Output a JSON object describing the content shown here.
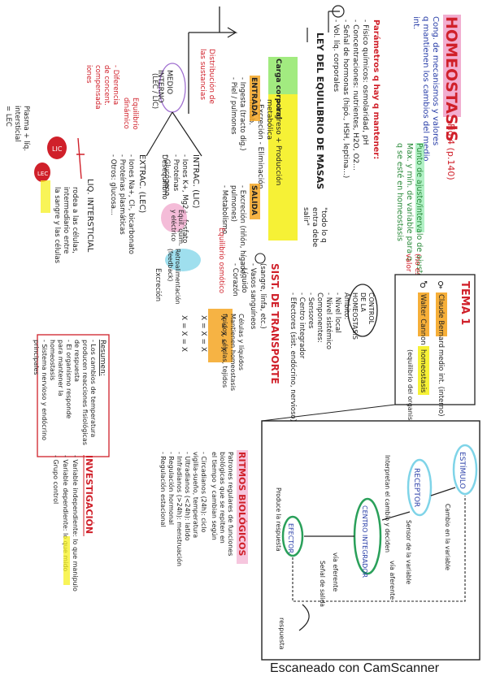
{
  "notes": {
    "homeostasis_title": "HOMEOSTASIS",
    "homeostasis_ref": "Fig 4 (p.140)",
    "homeostasis_def": [
      "Cong. de mecanismos y valores",
      "q mantienen los cambios del medio",
      "int."
    ],
    "set_point_note": [
      "Punto de ajuste/intervalo de ajuste",
      "Max. y mín. de variable para q",
      "q se esté en homeostasis"
    ],
    "variable_note": [
      "(no es un",
      "valor fijo)"
    ],
    "factores_title": "Parámetros q hay q mantener:",
    "factores_list": [
      "- Físico químicos: osmolaridad, pH",
      "- Concentraciones: nutrientes, H2O, O2...",
      "- Señal de hormonas (hipó., HSH, leptina...)",
      "- Vol. líq. corporales"
    ],
    "ley_title": "LEY DEL EQUILIBRIO DE MASAS",
    "ley_note": [
      "\"todo lo q",
      "entra debe",
      "salir\""
    ],
    "formula_lhs": "Carga corporal",
    "formula_parts": [
      "= Ingreso + Producción",
      "metabólica",
      "- Excreción - Eliminación",
      "metab."
    ],
    "entrada_label": "ENTRADA",
    "entrada_list": [
      "- Ingesta (tracto dig.)",
      "- Piel / pulmones"
    ],
    "salida_label": "SALIDA",
    "salida_list": [
      "- Excreción (riñón, hígado,",
      "  pulmones)",
      "- Metabolismo"
    ],
    "medio_interno": [
      "MEDIO",
      "INTERNO"
    ],
    "med_int_note": [
      "(LEC / LIC)"
    ],
    "distribucion": [
      "Distribución de",
      "las sustancias"
    ],
    "lec_label": "EXTRAC. (LEC)",
    "lec_list": [
      "- Iones Na+, Cl-, bicarbonato",
      "- Proteínas plasmáticas",
      "- Otros: glucosa..."
    ],
    "lic_label": "INTRAC. (LIC)",
    "lic_list": [
      "- Iones K+, Mg2+, fosfato",
      "- Proteínas",
      "- Glucógeno"
    ],
    "desequilibrio": "Desequilibrio",
    "equilibrio_osm": "Equilibrio osmótico",
    "dinamico": [
      "Equil. quím.",
      "y eléctrico"
    ],
    "liq_intersticial": "LIQ. INTERSTICIAL",
    "plasma_note": [
      "Plasma + líq.",
      "intersticial",
      "= LEC"
    ],
    "liq_intersticial_def": [
      "rodea a las células,",
      "intermediario entre",
      "la sangre y las células"
    ],
    "lec_note": [
      "- Diferencia",
      "  de concent.",
      "  compensada",
      "  iones"
    ],
    "dinamico_note": [
      "Equilibrio",
      "dinámico"
    ],
    "tema_title": "TEMA 1",
    "tema_rows": [
      {
        "left": "Claude Bernard",
        "right": "medio int. (interno)"
      },
      {
        "left": "Walter Cannon",
        "right": "homeostasis"
      },
      {
        "left": "",
        "right": "(equilibrio del organismo)"
      }
    ],
    "sist_title": "SIST. DE TRANSPORTE",
    "sist_note": "(sangre, linfa, etc.)",
    "sist_list": [
      "- Vasos sanguíneos",
      "- Líquido",
      "- Corazón"
    ],
    "control_title": [
      "CONTROL",
      "DE LA",
      "HOMEOSTASIS"
    ],
    "control_list": [
      "Ámbito:",
      "- Nivel local",
      "- Nivel sistémico",
      "Componentes:",
      "- Sensores",
      "- Centro integrador",
      "- Efectores (sist. endócrino, nervioso)"
    ],
    "feedback_bracket": [
      "Retroalimentación",
      "(feedback)"
    ],
    "exc_label": "Excreción",
    "equilibrio_table_rows": [
      "X = X = X",
      "X = X = X",
      "X = X = X"
    ],
    "cells_note": [
      "Células y líquidos",
      "Mantienen homeostasis",
      "fluidos, células, tejidos"
    ],
    "estimulo": "ESTÍMULO",
    "receptor": "RECEPTOR",
    "centro_integrador": "CENTRO INTEGRADOR",
    "efector": "EFECTOR",
    "via_aferente": "vía aferente",
    "via_eferente": "vía eferente",
    "respuesta": "respuesta",
    "loop_notes": [
      "Cambio en la variable",
      "Sensor de la variable",
      "Interpretan el cambio y deciden",
      "Señal de salida",
      "Produce la respuesta"
    ],
    "ritmos_title": "RITMOS BIOLÓGICOS",
    "ritmos_def": [
      "Patrones regulares de funciones",
      "biológicas que se repiten en",
      "el tiempo y cambian según"
    ],
    "ritmos_list": [
      "- Circadianos (24h): ciclo",
      "  vigilia-sueño, temperatura",
      "- Ultradianos (<24h): latido",
      "- Infradianos (>24h): menstruación",
      "  - Regulación hormonal",
      "  - Regulación estacional"
    ],
    "investigacion_title": "INVESTIGACIÓN",
    "investigacion_list": [
      "- Variable independiente: lo que manipulo",
      "- Variable dependiente: lo que mido",
      "- Grupo control"
    ],
    "resumen_title": "Resumen:",
    "resumen_list": [
      "- Los cambios de temperatura",
      "  producen reacciones fisiológicas",
      "  de respuesta",
      "- El organismo responde",
      "  para mantener la",
      "  homeostasis",
      "- Sistema nervioso y endócrino",
      "  principales"
    ]
  },
  "footer": "Escaneado con CamScanner",
  "colors": {
    "pink_hl": "#f0a0c8",
    "yellow_hl": "#f5f020",
    "orange_hl": "#f5a623",
    "cyan_hl": "#7fd4e8",
    "blue_ink": "#2a3fa8",
    "red_ink": "#d0202a",
    "green_ink": "#2a8a3a",
    "black_ink": "#222222"
  }
}
